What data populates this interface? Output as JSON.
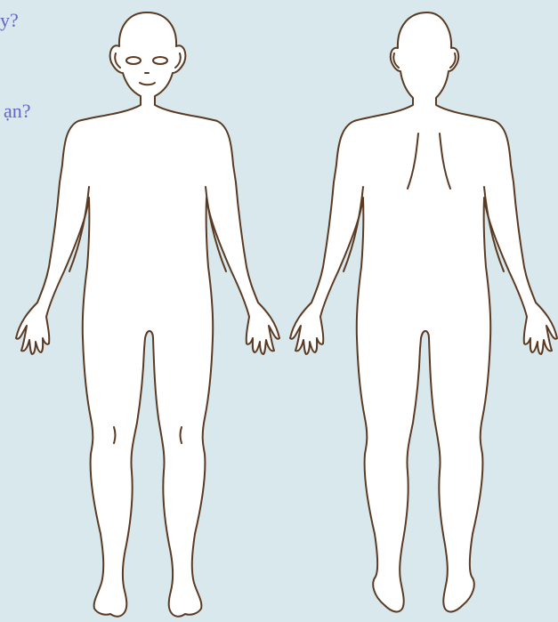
{
  "texts": {
    "q1": "y?",
    "q2": "ạn?"
  },
  "colors": {
    "background": "#d9e8ec",
    "outline": "#5a3a22",
    "body": "#ffffff",
    "text": "#6366c4"
  },
  "figures": [
    "front-view-body",
    "back-view-body"
  ]
}
